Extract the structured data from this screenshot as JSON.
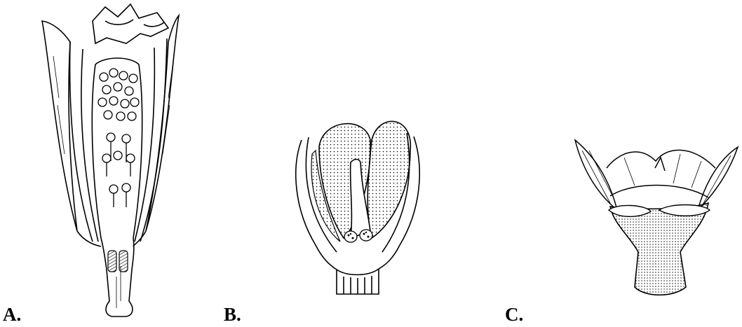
{
  "figure": {
    "panels": [
      {
        "label": "A.",
        "illustration": "flower-longitudinal-section"
      },
      {
        "label": "B.",
        "illustration": "flower-cross-section"
      },
      {
        "label": "C.",
        "illustration": "flower-receptacle"
      }
    ],
    "colors": {
      "ink": "#000000",
      "paper": "#ffffff"
    }
  }
}
